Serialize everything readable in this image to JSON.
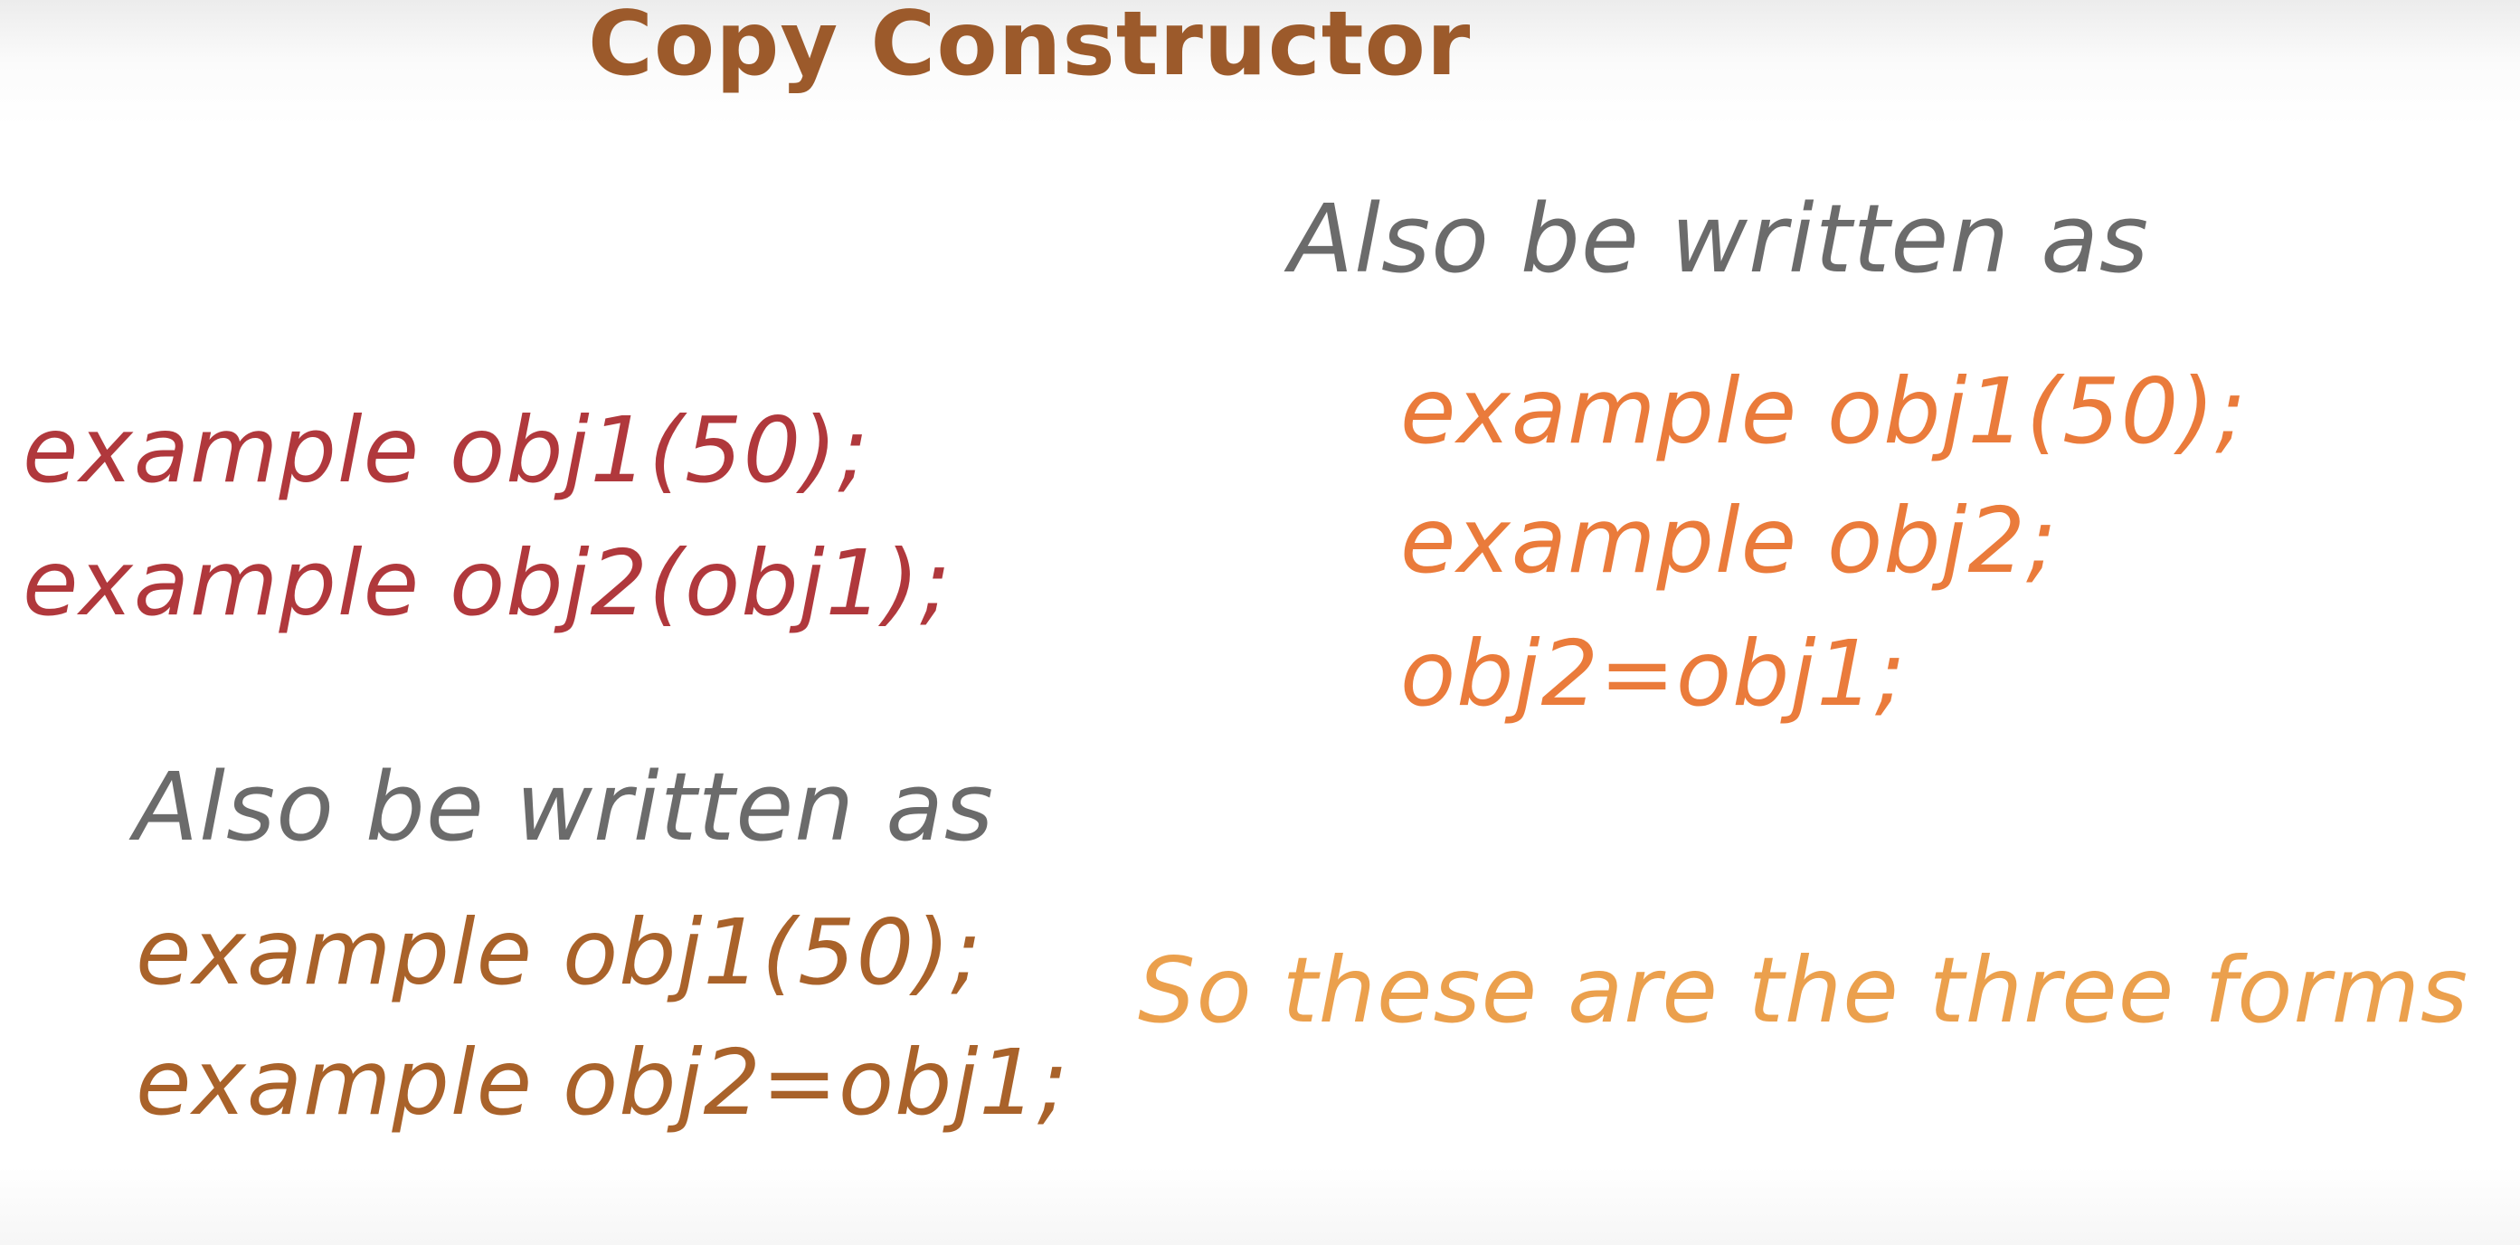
{
  "title": "Copy Constructor",
  "right_note": "Also be written as",
  "left_note": "Also be written as",
  "red_block": {
    "line1": "example obj1(50);",
    "line2": "example obj2(obj1);"
  },
  "orange_block": {
    "line1": "example obj1(50);",
    "line2": "example obj2;",
    "line3": "obj2=obj1;"
  },
  "brown_block": {
    "line1": "example obj1(50);",
    "line2": "example obj2=obj1;"
  },
  "summary": "So these are the three forms",
  "colors": {
    "title": "#9c5a2b",
    "note": "#6b6b6b",
    "red": "#b0383c",
    "orange": "#ea7b3b",
    "brown": "#a9622a",
    "gold": "#eba04d",
    "background": "#ffffff"
  }
}
